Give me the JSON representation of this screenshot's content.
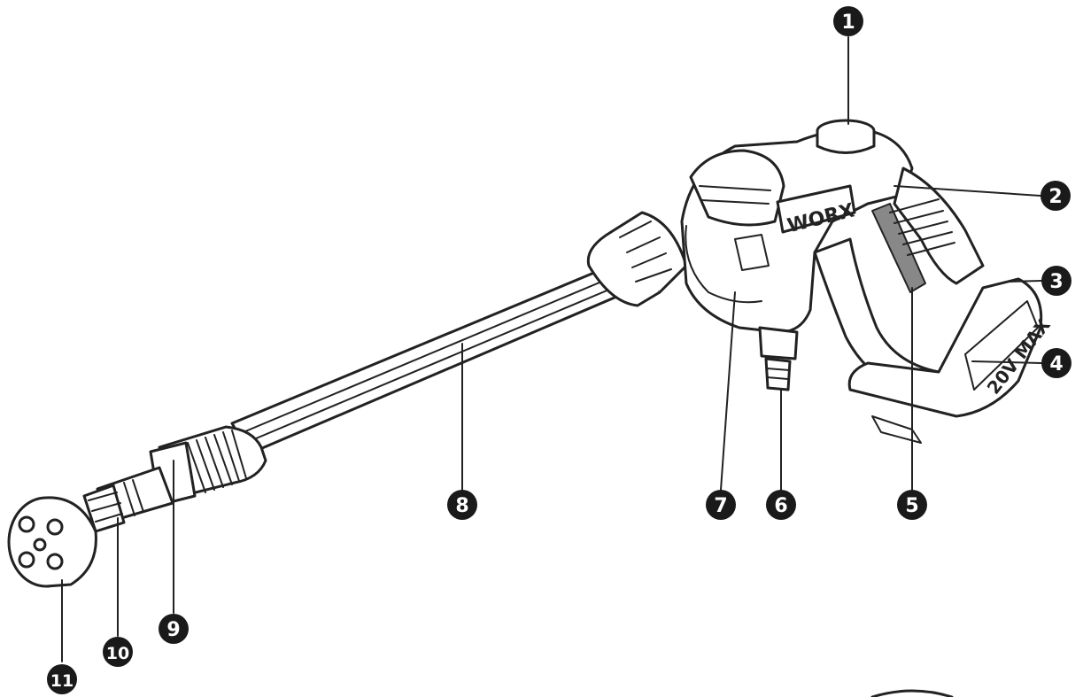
{
  "diagram": {
    "brand_logo": "WORX",
    "battery_label": "20V MAX",
    "callouts": [
      {
        "id": "1",
        "label": "1"
      },
      {
        "id": "2",
        "label": "2"
      },
      {
        "id": "3",
        "label": "3"
      },
      {
        "id": "4",
        "label": "4"
      },
      {
        "id": "5",
        "label": "5"
      },
      {
        "id": "6",
        "label": "6"
      },
      {
        "id": "7",
        "label": "7"
      },
      {
        "id": "8",
        "label": "8"
      },
      {
        "id": "9",
        "label": "9"
      },
      {
        "id": "10",
        "label": "10"
      },
      {
        "id": "11",
        "label": "11"
      }
    ]
  }
}
